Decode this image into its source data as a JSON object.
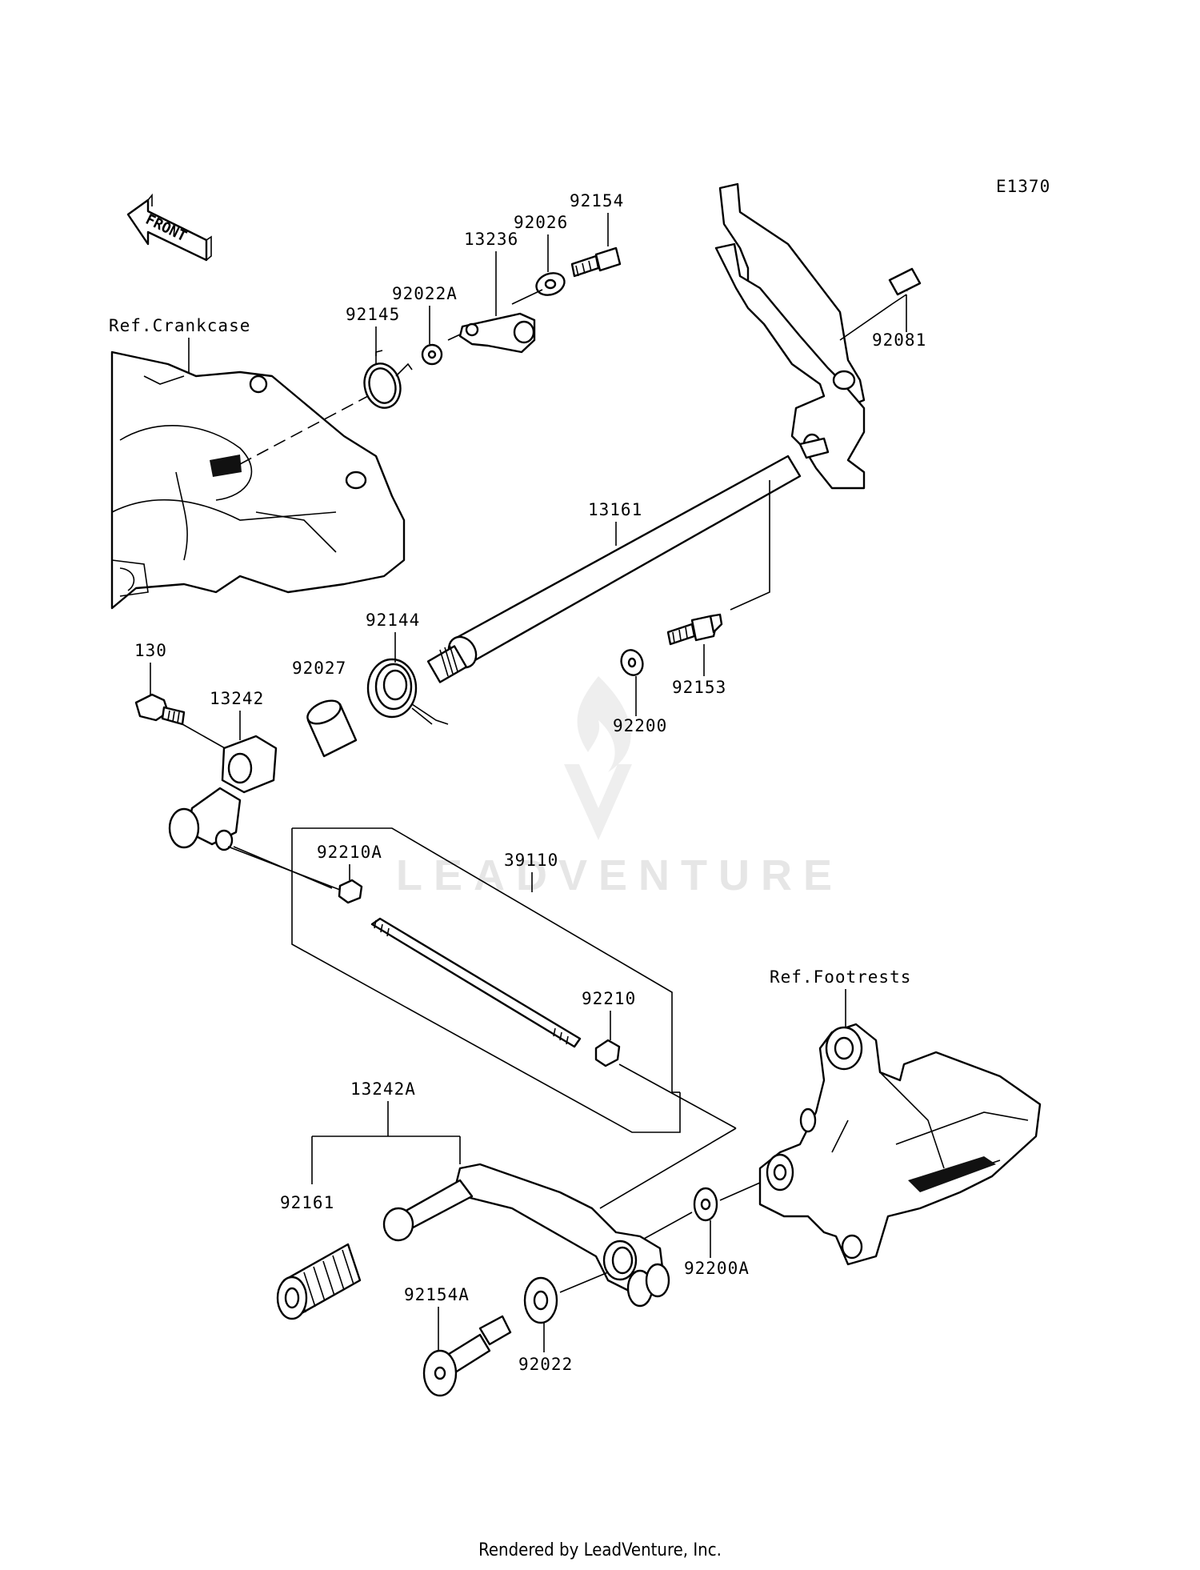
{
  "diagram_code": "E1370",
  "direction_arrow": "FRONT",
  "reference_labels": {
    "crankcase": "Ref.Crankcase",
    "footrests": "Ref.Footrests"
  },
  "watermark": "LEADVENTURE",
  "footer": "Rendered by LeadVenture, Inc.",
  "parts": {
    "p92154": "92154",
    "p92026": "92026",
    "p13236": "13236",
    "p92022A": "92022A",
    "p92145": "92145",
    "p92081": "92081",
    "p13161": "13161",
    "p92144": "92144",
    "p92027": "92027",
    "p130": "130",
    "p13242": "13242",
    "p92153": "92153",
    "p92200": "92200",
    "p92210A": "92210A",
    "p39110": "39110",
    "p92210": "92210",
    "p13242A": "13242A",
    "p92161": "92161",
    "p92154A": "92154A",
    "p92022": "92022",
    "p92200A": "92200A"
  },
  "colors": {
    "line": "#000000",
    "background": "#ffffff",
    "watermark": "#e6e6e6"
  },
  "icons": [
    "front-arrow-icon",
    "leadventure-logo-icon"
  ]
}
